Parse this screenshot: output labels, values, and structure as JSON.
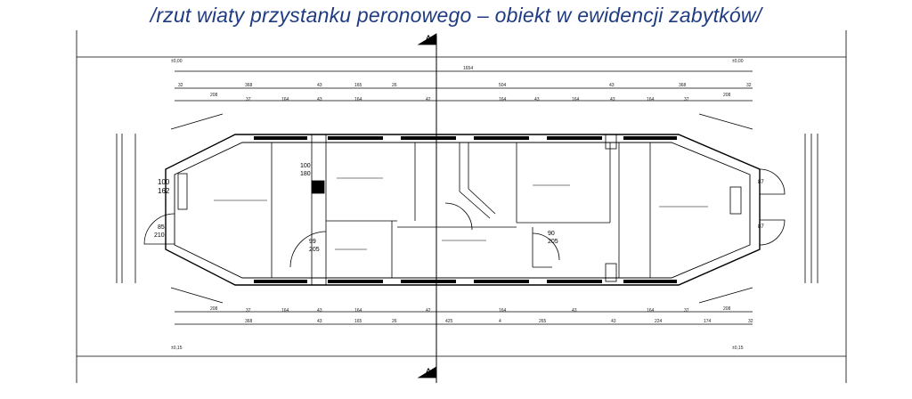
{
  "caption": "/rzut wiaty przystanku peronowego – obiekt w ewidencji zabytków/",
  "section_marker": "A",
  "door_labels": {
    "left_top": "100",
    "left_bottom": "162",
    "left_door_top": "85",
    "left_door_bottom": "210",
    "small_top": "100",
    "small_bottom": "180",
    "mid_top": "99",
    "mid_bottom": "205",
    "center_top": "90",
    "center_bottom": "205",
    "right_top_a": "87",
    "right_top_b": "87"
  },
  "dimension_rows": {
    "overall": [
      "1654"
    ],
    "row2": [
      "32",
      "368",
      "43",
      "165",
      "26",
      "504",
      "43",
      "368",
      "32"
    ],
    "row3": [
      "208",
      "37",
      "164",
      "43",
      "164",
      "42",
      "164",
      "43",
      "164",
      "43",
      "164",
      "37",
      "208"
    ],
    "bottom1": [
      "208",
      "37",
      "164",
      "43",
      "164",
      "42",
      "164",
      "43",
      "164",
      "37",
      "208"
    ],
    "bottom2": [
      "368",
      "43",
      "165",
      "26",
      "425",
      "4",
      "265",
      "43",
      "224",
      "174",
      "32"
    ]
  },
  "level_marks": [
    "±0,00",
    "±0,00",
    "±0,15",
    "±0,15"
  ]
}
